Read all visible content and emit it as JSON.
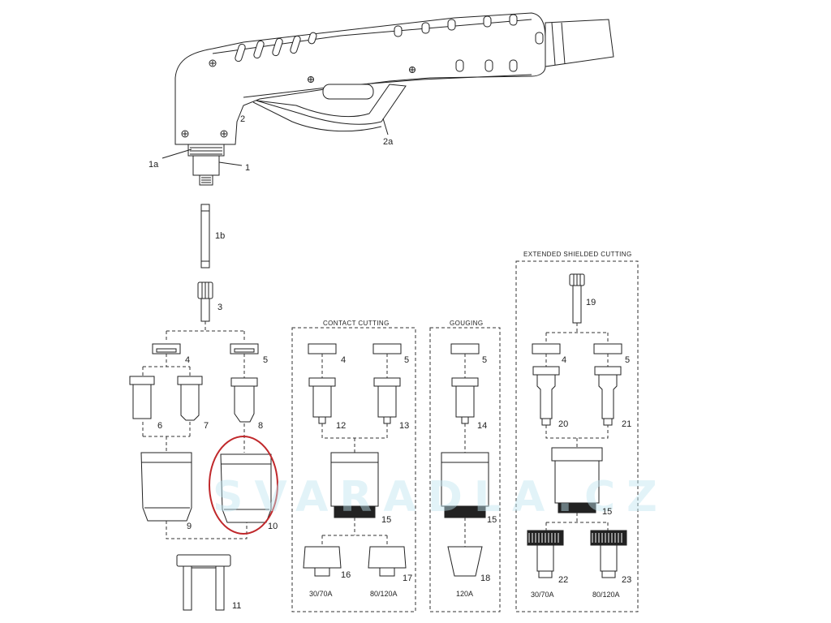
{
  "parts": {
    "p1": "1",
    "p1a": "1a",
    "p1b": "1b",
    "p2": "2",
    "p2a": "2a",
    "p3": "3",
    "p4a": "4",
    "p5a": "5",
    "p6": "6",
    "p7": "7",
    "p8": "8",
    "p9": "9",
    "p10": "10",
    "p11": "11",
    "p4b": "4",
    "p5b": "5",
    "p12": "12",
    "p13": "13",
    "p15a": "15",
    "p16": "16",
    "p17": "17",
    "p5c": "5",
    "p14": "14",
    "p15b": "15",
    "p18": "18",
    "p19": "19",
    "p4c": "4",
    "p5d": "5",
    "p20": "20",
    "p21": "21",
    "p15c": "15",
    "p22": "22",
    "p23": "23"
  },
  "groups": {
    "contact": "CONTACT CUTTING",
    "gouging": "GOUGING",
    "extended": "EXTENDED SHIELDED CUTTING"
  },
  "amps": {
    "a16": "30/70A",
    "a17": "80/120A",
    "a18": "120A",
    "a22": "30/70A",
    "a23": "80/120A"
  },
  "watermark": "SVARADLA.CZ",
  "highlight_color": "#c0282b"
}
